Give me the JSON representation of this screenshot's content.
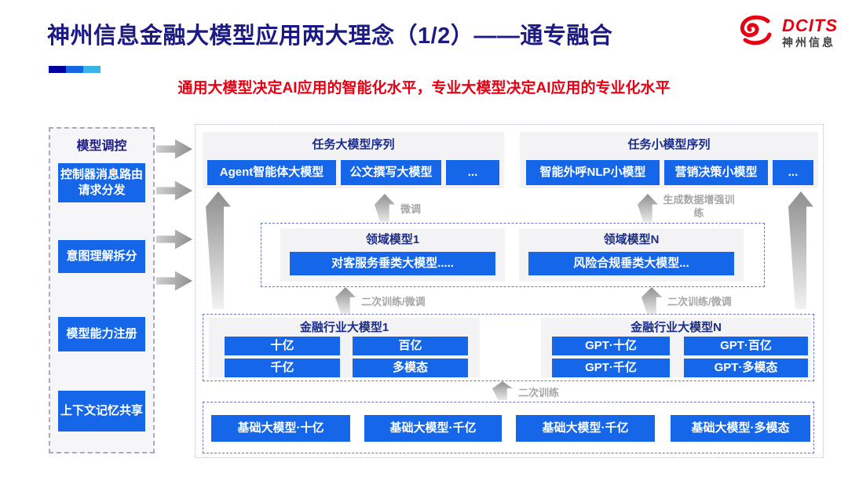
{
  "title": "神州信息金融大模型应用两大理念（1/2）——通专融合",
  "subtitle": "通用大模型决定AI应用的智能化水平，专业大模型决定AI应用的专业化水平",
  "logo": {
    "brand": "DCITS",
    "company": "神州信息"
  },
  "colors": {
    "accent_blue": "#1566e8",
    "title_navy": "#1c1b86",
    "subtitle_red": "#e60012",
    "logo_red": "#e60012"
  },
  "sidebar": {
    "header": "模型调控",
    "items": [
      {
        "label": "控制器消息路由请求分发"
      },
      {
        "label": "意图理解拆分"
      },
      {
        "label": "模型能力注册"
      },
      {
        "label": "上下文记忆共享"
      }
    ]
  },
  "task_large": {
    "header": "任务大模型序列",
    "items": [
      "Agent智能体大模型",
      "公文撰写大模型",
      "..."
    ]
  },
  "task_small": {
    "header": "任务小模型序列",
    "items": [
      "智能外呼NLP小模型",
      "营销决策小模型",
      "..."
    ]
  },
  "labels": {
    "finetune": "微调",
    "gen_data_training": "生成数据增强训练",
    "retrain_finetune": "二次训练/微调",
    "retrain": "二次训练"
  },
  "domain": {
    "sections": [
      {
        "header": "领域模型1",
        "item": "对客服务垂类大模型....."
      },
      {
        "header": "领域模型N",
        "item": "风险合规垂类大模型..."
      }
    ]
  },
  "industry": {
    "sections": [
      {
        "header": "金融行业大模型1",
        "items": [
          "十亿",
          "百亿",
          "千亿",
          "多模态"
        ]
      },
      {
        "header": "金融行业大模型N",
        "items": [
          "GPT·十亿",
          "GPT·百亿",
          "GPT·千亿",
          "GPT·多模态"
        ]
      }
    ]
  },
  "base": {
    "items": [
      "基础大模型·十亿",
      "基础大模型·千亿",
      "基础大模型·千亿",
      "基础大模型·多模态"
    ]
  }
}
